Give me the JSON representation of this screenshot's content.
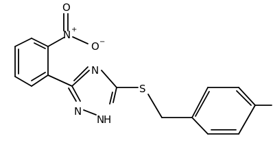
{
  "molecule": {
    "atom_labels": {
      "nitro_nitrogen": "N",
      "nitro_n_charge": "+",
      "nitro_oxygen": "O",
      "nitro_o_charge": "−",
      "nitro_oxygen_2": "O",
      "ring_n_top": "N",
      "ring_n_left": "N",
      "ring_nh": "H",
      "ring_nh_n": "N",
      "sulfur": "S"
    }
  }
}
